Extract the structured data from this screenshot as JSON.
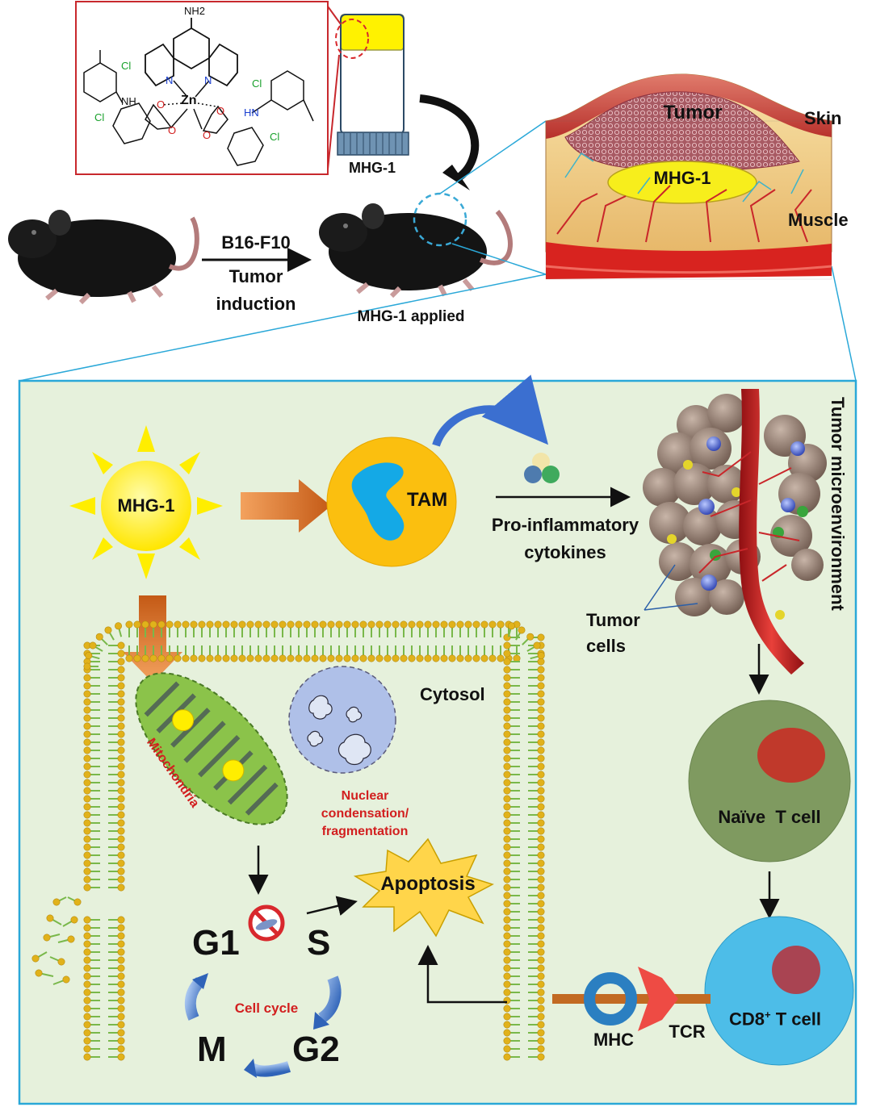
{
  "structure": {
    "nh2": "NH2",
    "n_left": "N",
    "n_right": "N",
    "zn": "Zn",
    "cl_top_left": "Cl",
    "cl_bottom_left": "Cl",
    "nh_left": "NH",
    "o_a": "O",
    "o_b": "O",
    "o_c": "O",
    "o_d": "O",
    "cl_top_right": "Cl",
    "nh_right": "HN",
    "cl_bottom_right": "Cl"
  },
  "top": {
    "vial_label": "MHG-1",
    "arrow_line1": "B16-F10",
    "arrow_line2": "Tumor",
    "arrow_line3": "induction",
    "applied_label": "MHG-1 applied"
  },
  "tissue": {
    "tumor": "Tumor",
    "skin": "Skin",
    "gel": "MHG-1",
    "muscle": "Muscle"
  },
  "panel": {
    "sun_label": "MHG-1",
    "tam_label": "TAM",
    "cytokines_line1": "Pro-inflammatory",
    "cytokines_line2": "cytokines",
    "tme_label": "Tumor microenvironment",
    "tumor_cells_line1": "Tumor",
    "tumor_cells_line2": "cells",
    "cytosol": "Cytosol",
    "mitochondria": "Mitochondria",
    "nuclear_line1": "Nuclear",
    "nuclear_line2": "condensation/",
    "nuclear_line3": "fragmentation",
    "apoptosis": "Apoptosis",
    "g1": "G1",
    "s": "S",
    "m": "M",
    "g2": "G2",
    "cell_cycle": "Cell cycle",
    "naive_t": "Naïve  T cell",
    "cd8_pre": "CD8",
    "cd8_sup": "+",
    "cd8_post": " T cell",
    "mhc": "MHC",
    "tcr": "TCR"
  },
  "colors": {
    "panel_bg": "#e6f1dc",
    "panel_border": "#2aa8d8",
    "sun": "#ffee00",
    "tam": "#fbbf0f",
    "tam_nucleus": "#14a9e6",
    "naive_cell": "#7f9a60",
    "naive_nucleus": "#c0392b",
    "cd8_cell": "#4dbde8",
    "cd8_nucleus": "#a94452",
    "membrane_head": "#e1b21b",
    "membrane_tail": "#79b84a",
    "orange_arrow": "#d9742b",
    "box_red": "#c8282d",
    "vial_cap": "#fff200"
  }
}
